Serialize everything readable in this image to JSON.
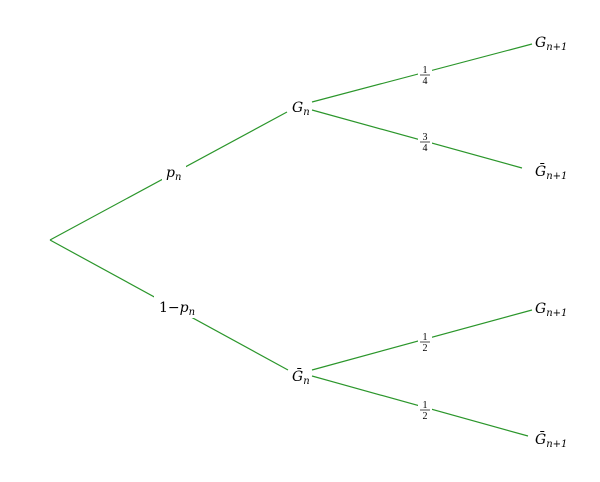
{
  "colors": {
    "edge": "#2b962b"
  },
  "nodes": {
    "g_n": {
      "base": "G",
      "sub": "n"
    },
    "g_n_bar": {
      "base": "Ḡ",
      "sub": "n"
    },
    "top_up": {
      "base": "G",
      "sub": "n+1"
    },
    "top_down": {
      "base": "Ḡ",
      "sub": "n+1"
    },
    "bot_up": {
      "base": "G",
      "sub": "n+1"
    },
    "bot_down": {
      "base": "Ḡ",
      "sub": "n+1"
    }
  },
  "edges": {
    "root_to_gn": {
      "label": "p",
      "sub": "n"
    },
    "root_to_gnbar": {
      "prefix": "1−",
      "label": "p",
      "sub": "n"
    },
    "gn_up": {
      "num": "1",
      "den": "4"
    },
    "gn_down": {
      "num": "3",
      "den": "4"
    },
    "gnbar_up": {
      "num": "1",
      "den": "2"
    },
    "gnbar_down": {
      "num": "1",
      "den": "2"
    }
  }
}
